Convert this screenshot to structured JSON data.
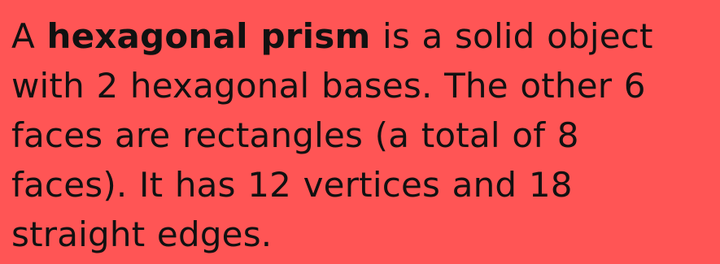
{
  "content": {
    "line1_a": "A ",
    "line1_bold": "hexagonal prism",
    "line1_b": " is a solid object",
    "line2": "with 2 hexagonal bases. The other 6",
    "line3": "faces are rectangles (a total of 8",
    "line4": "faces). It has 12 vertices and 18",
    "line5": "straight edges."
  },
  "colors": {
    "background": "#ff5555",
    "text": "#111111"
  }
}
